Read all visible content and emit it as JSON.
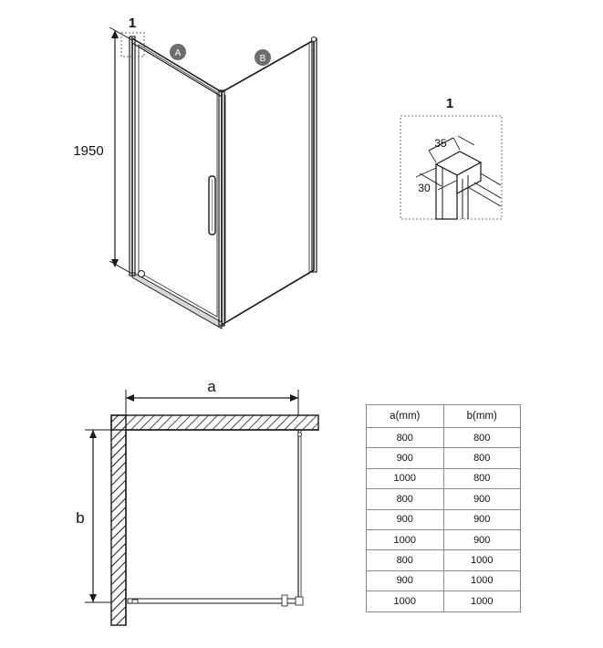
{
  "enclosure": {
    "height_label": "1950",
    "detail_marker": "1",
    "panel_a_label": "A",
    "panel_b_label": "B"
  },
  "detail": {
    "title": "1",
    "dim_top": "35",
    "dim_side": "30"
  },
  "plan": {
    "width_label": "a",
    "depth_label": "b"
  },
  "size_table": {
    "headers": [
      "a(mm)",
      "b(mm)"
    ],
    "rows": [
      [
        "800",
        "800"
      ],
      [
        "900",
        "800"
      ],
      [
        "1000",
        "800"
      ],
      [
        "800",
        "900"
      ],
      [
        "900",
        "900"
      ],
      [
        "1000",
        "900"
      ],
      [
        "800",
        "1000"
      ],
      [
        "900",
        "1000"
      ],
      [
        "1000",
        "1000"
      ]
    ]
  },
  "colors": {
    "line": "#1a1a1a",
    "frame": "#555555",
    "marker_fill": "#6d6d6d",
    "table_border": "#8a8a8a"
  }
}
